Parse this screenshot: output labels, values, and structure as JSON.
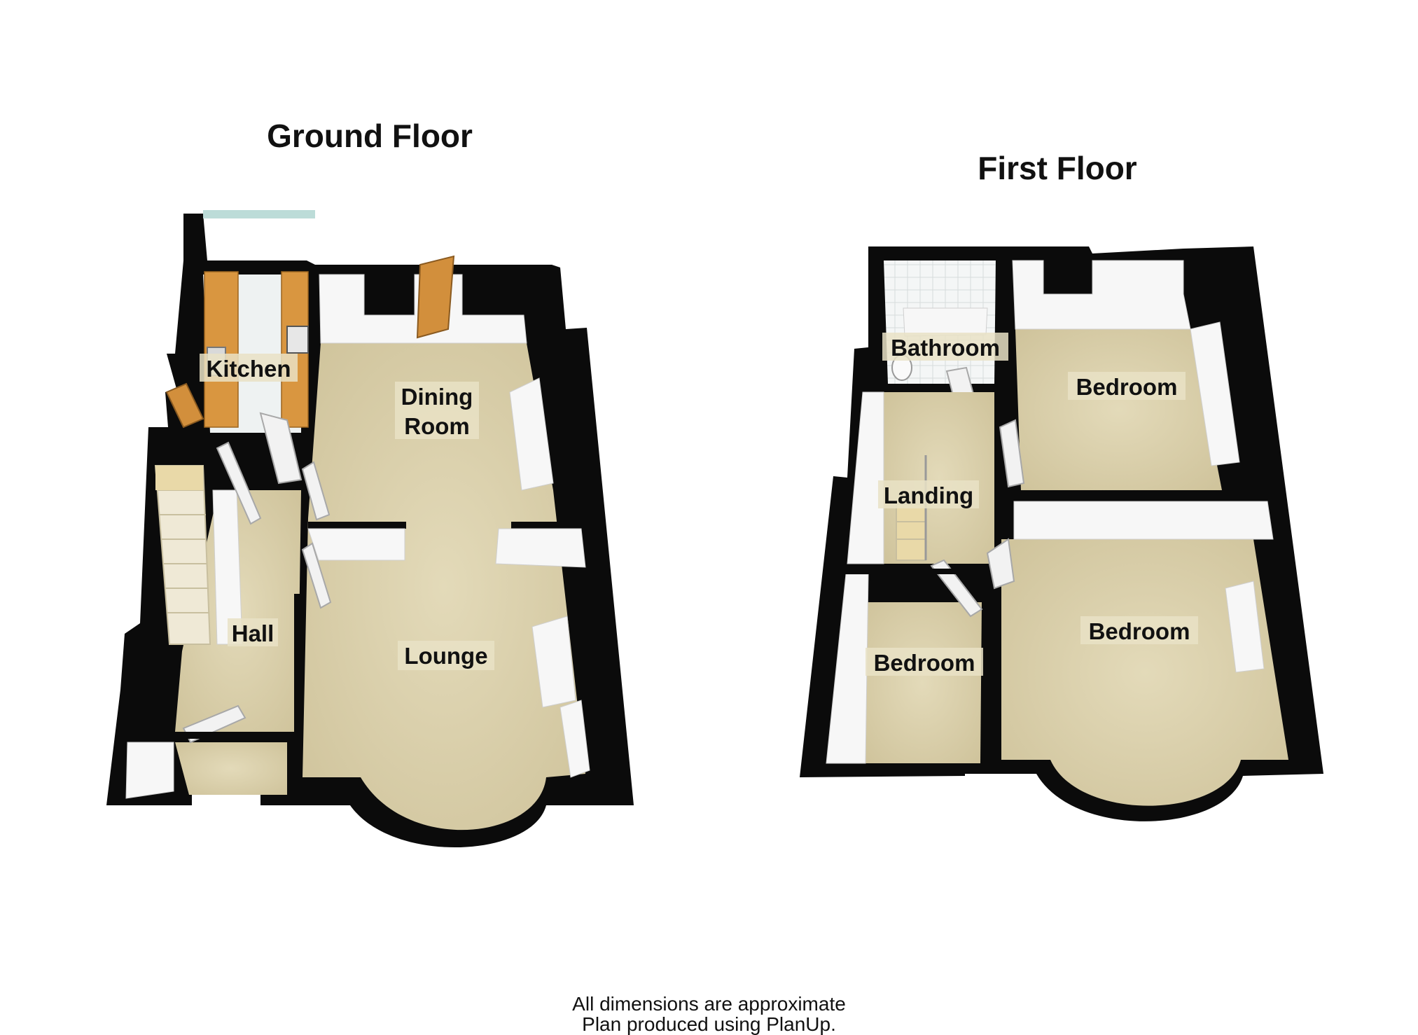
{
  "floors": [
    {
      "title": "Ground Floor",
      "rooms": [
        "Kitchen",
        "Dining Room",
        "Hall",
        "Lounge"
      ]
    },
    {
      "title": "First Floor",
      "rooms": [
        "Bathroom",
        "Bedroom",
        "Landing",
        "Bedroom",
        "Bedroom"
      ]
    }
  ],
  "footer": {
    "line1": "All dimensions are approximate",
    "line2": "Plan produced using PlanUp."
  },
  "colors": {
    "carpet": "#d8ceaa",
    "wall": "#0b0b0b",
    "kitchen_units": "#d99640",
    "window_glass": "#bcdcd8"
  }
}
